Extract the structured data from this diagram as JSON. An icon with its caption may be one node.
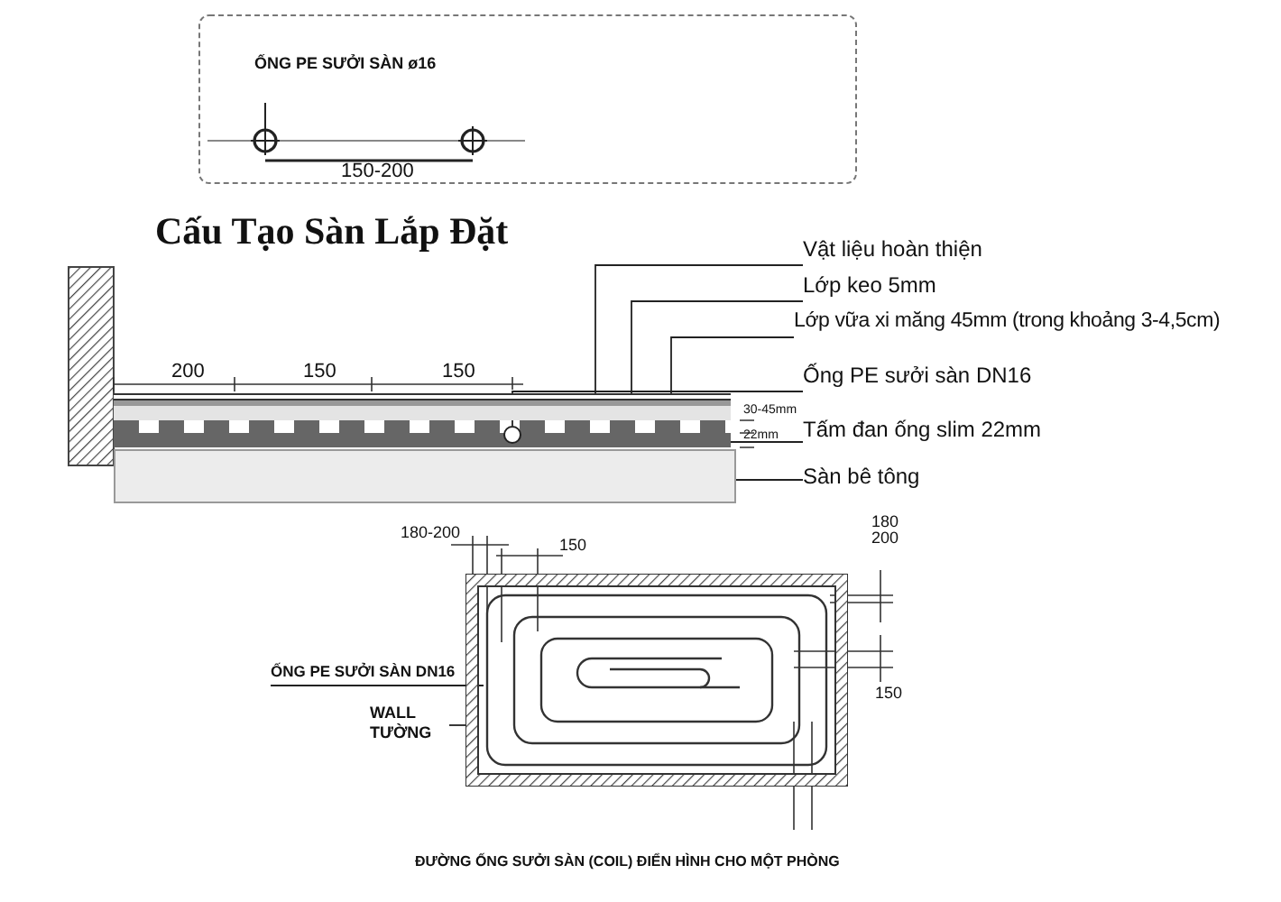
{
  "diagram": {
    "title": "Cấu Tạo Sàn Lắp Đặt",
    "caption": "ĐƯỜNG ỐNG SƯỞI SÀN (COIL) ĐIỂN HÌNH CHO MỘT PHÒNG",
    "nodes": [
      {
        "text": [
          "ỐNG PE SƯỞI SÀN ø16",
          "150-200"
        ]
      },
      {
        "text": [
          "Vật liệu hoàn thiện"
        ]
      },
      {
        "text": [
          "Lớp keo 5mm"
        ]
      },
      {
        "text": [
          "Lớp vữa xi măng 45mm (trong khoảng 3-4,5cm)"
        ]
      },
      {
        "text": [
          "Ống PE sưởi sàn DN16"
        ]
      },
      {
        "text": [
          "Tấm đan ống slim 22mm"
        ]
      },
      {
        "text": [
          "Sàn bê tông"
        ]
      },
      {
        "text": [],
        "shape": "bar"
      },
      {
        "text": [],
        "shape": "bar"
      },
      {
        "text": [],
        "shape": "bar"
      },
      {
        "text": [],
        "shape": "circle",
        "in": 11
      },
      {
        "text": [],
        "shape": "bar"
      },
      {
        "text": [],
        "shape": "bar"
      },
      {
        "text": [
          "ỐNG PE SƯỞI SÀN DN16"
        ]
      },
      {
        "text": [
          "WALL TƯỜNG"
        ]
      },
      {
        "text": [],
        "shape": "picture",
        "in": 16
      },
      {
        "text": [],
        "shape": "box"
      }
    ],
    "edges": [
      {
        "from": 1,
        "to": 7,
        "arrow": "none"
      },
      {
        "from": 2,
        "to": 8,
        "arrow": "none"
      },
      {
        "from": 3,
        "to": 9,
        "arrow": "none"
      },
      {
        "from": 4,
        "to": 10,
        "arrow": "none"
      },
      {
        "from": 5,
        "to": 11,
        "arrow": "none"
      },
      {
        "from": 6,
        "to": 12,
        "arrow": "none"
      },
      {
        "from": 13,
        "to": 15,
        "arrow": "none"
      },
      {
        "from": 14,
        "to": 16,
        "arrow": "none"
      }
    ],
    "labels": [
      "200",
      "150",
      "150",
      "30-45mm",
      "22mm",
      "180-200",
      "150",
      "180 200",
      "150"
    ]
  }
}
